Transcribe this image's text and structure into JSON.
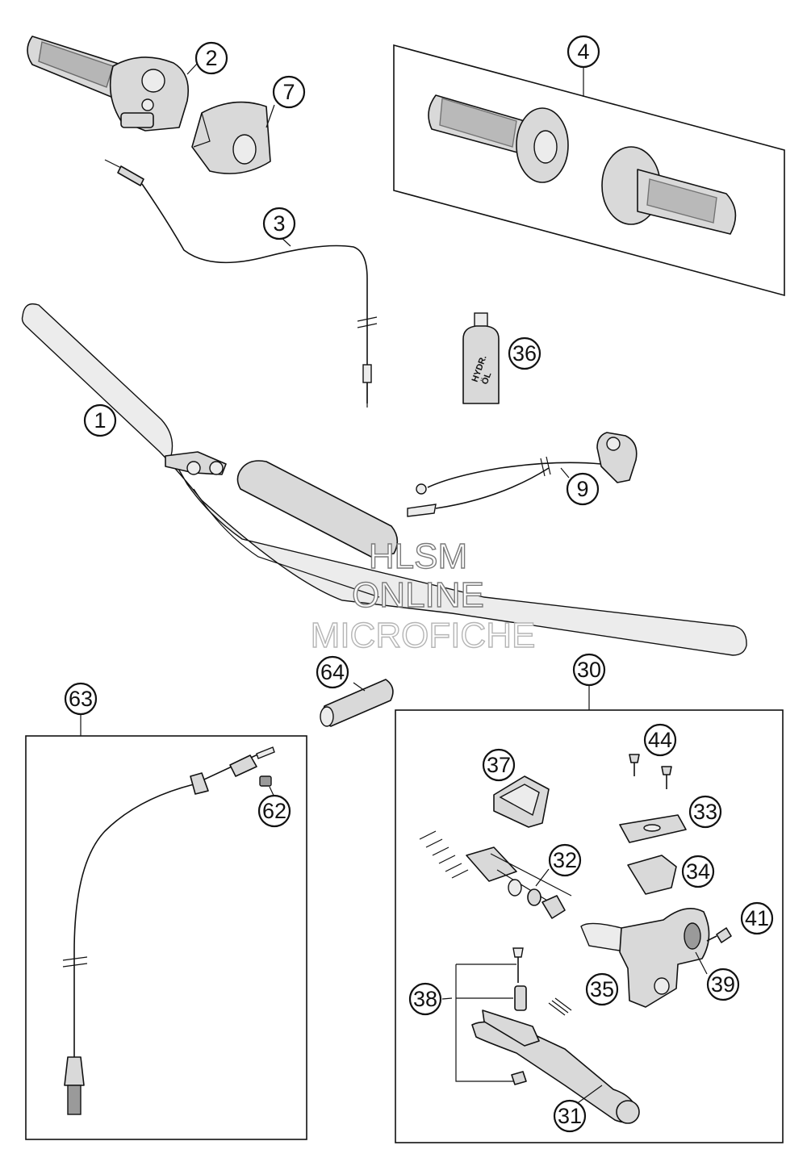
{
  "diagram": {
    "callouts": [
      {
        "id": "c1",
        "label": "1"
      },
      {
        "id": "c2",
        "label": "2"
      },
      {
        "id": "c3",
        "label": "3"
      },
      {
        "id": "c4",
        "label": "4"
      },
      {
        "id": "c7",
        "label": "7"
      },
      {
        "id": "c9",
        "label": "9"
      },
      {
        "id": "c30",
        "label": "30"
      },
      {
        "id": "c31",
        "label": "31"
      },
      {
        "id": "c32",
        "label": "32"
      },
      {
        "id": "c33",
        "label": "33"
      },
      {
        "id": "c34",
        "label": "34"
      },
      {
        "id": "c35",
        "label": "35"
      },
      {
        "id": "c36",
        "label": "36"
      },
      {
        "id": "c37",
        "label": "37"
      },
      {
        "id": "c38",
        "label": "38"
      },
      {
        "id": "c39",
        "label": "39"
      },
      {
        "id": "c41",
        "label": "41"
      },
      {
        "id": "c44",
        "label": "44"
      },
      {
        "id": "c62",
        "label": "62"
      },
      {
        "id": "c63",
        "label": "63"
      },
      {
        "id": "c64",
        "label": "64"
      }
    ],
    "oil_bottle_label": [
      "HYDR.",
      "ÖL"
    ],
    "watermark": [
      "HLSM",
      "ONLINE",
      "MICROFICHE"
    ]
  }
}
